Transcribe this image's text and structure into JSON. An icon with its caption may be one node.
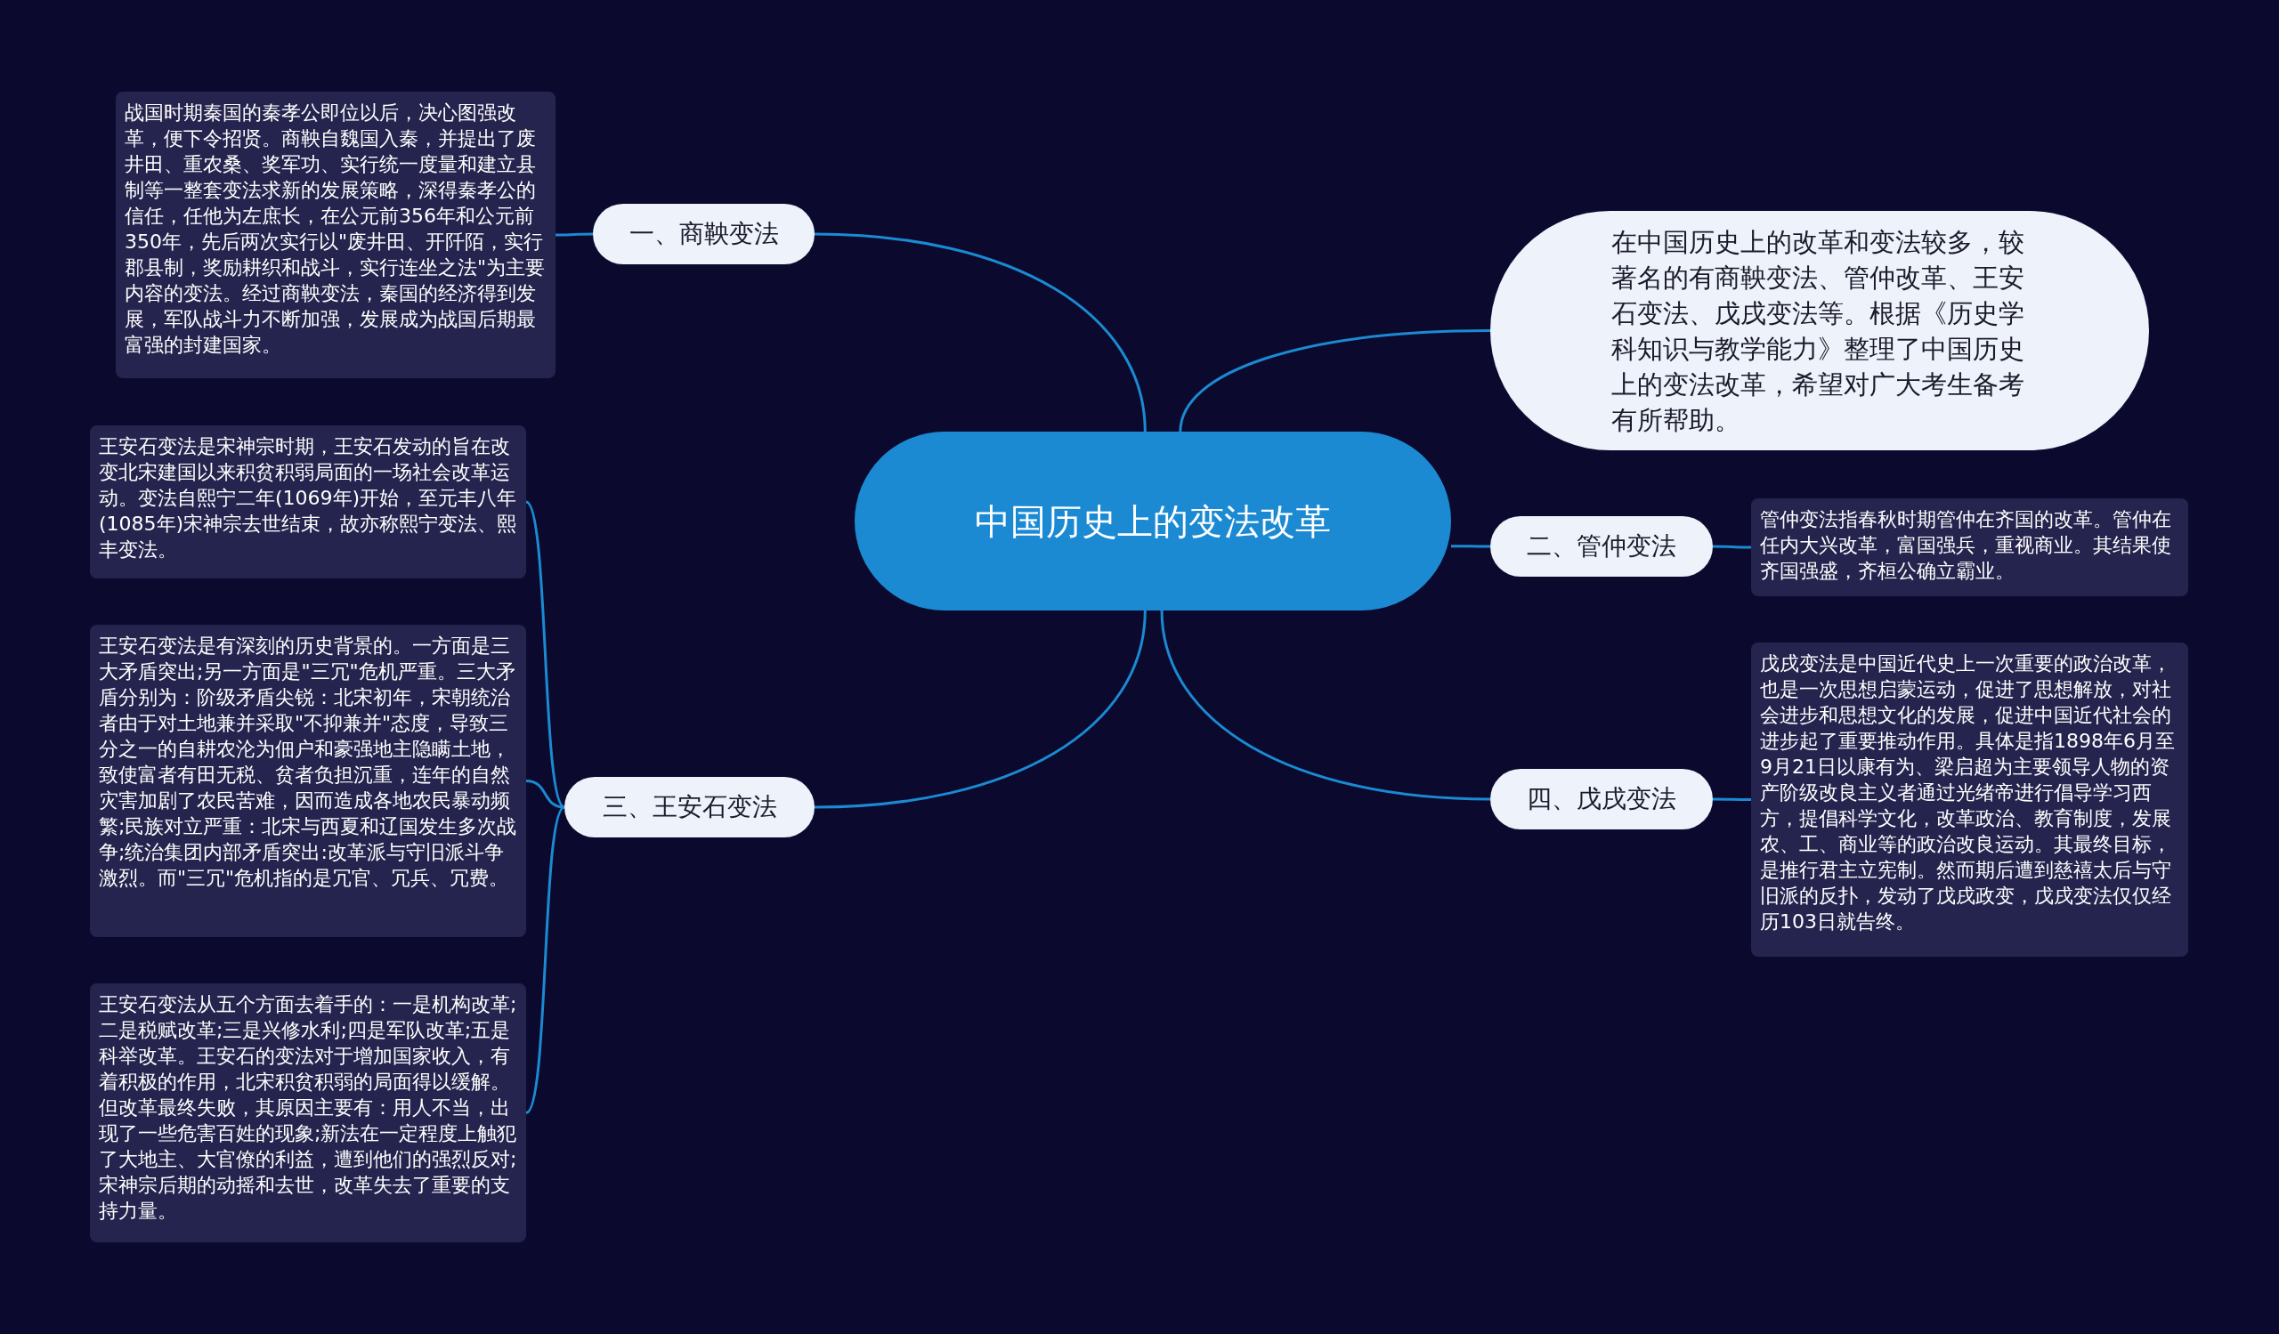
{
  "diagram": {
    "nodes": [
      {
        "text": [
          "中国历史上的变法改革"
        ]
      },
      {
        "text": [
          "在中国历史上的改革和变法较多，较著名的有商鞅变法、管仲改革、王安石变法、戊戌变法等。根据《历史学科知识与教学能力》整理了中国历史上的变法改革，希望对广大考生备考有所帮助。"
        ]
      },
      {
        "text": [
          "一、商鞅变法"
        ]
      },
      {
        "text": [
          "战国时期秦国的秦孝公即位以后，决心图强改革，便下令招贤。商鞅自魏国入秦，并提出了废井田、重农桑、奖军功、实行统一度量和建立县制等一整套变法求新的发展策略，深得秦孝公的信任，任他为左庶长，在公元前356年和公元前350年，先后两次实行以\"废井田、开阡陌，实行郡县制，奖励耕织和战斗，实行连坐之法\"为主要内容的变法。经过商鞅变法，秦国的经济得到发展，军队战斗力不断加强，发展成为战国后期最富强的封建国家。"
        ]
      },
      {
        "text": [
          "二、管仲变法"
        ]
      },
      {
        "text": [
          "管仲变法指春秋时期管仲在齐国的改革。管仲在任内大兴改革，富国强兵，重视商业。其结果使齐国强盛，齐桓公确立霸业。"
        ]
      },
      {
        "text": [
          "三、王安石变法"
        ]
      },
      {
        "text": [
          "王安石变法是宋神宗时期，王安石发动的旨在改变北宋建国以来积贫积弱局面的一场社会改革运动。变法自熙宁二年(1069年)开始，至元丰八年(1085年)宋神宗去世结束，故亦称熙宁变法、熙丰变法。"
        ]
      },
      {
        "text": [
          "王安石变法是有深刻的历史背景的。一方面是三大矛盾突出;另一方面是\"三冗\"危机严重。三大矛盾分别为：阶级矛盾尖锐：北宋初年，宋朝统治者由于对土地兼并采取\"不抑兼并\"态度，导致三分之一的自耕农沦为佃户和豪强地主隐瞒土地，致使富者有田无税、贫者负担沉重，连年的自然灾害加剧了农民苦难，因而造成各地农民暴动频繁;民族对立严重：北宋与西夏和辽国发生多次战争;统治集团内部矛盾突出:改革派与守旧派斗争激烈。而\"三冗\"危机指的是冗官、冗兵、冗费。"
        ]
      },
      {
        "text": [
          "王安石变法从五个方面去着手的：一是机构改革;二是税赋改革;三是兴修水利;四是军队改革;五是科举改革。王安石的变法对于增加国家收入，有着积极的作用，北宋积贫积弱的局面得以缓解。但改革最终失败，其原因主要有：用人不当，出现了一些危害百姓的现象;新法在一定程度上触犯了大地主、大官僚的利益，遭到他们的强烈反对;宋神宗后期的动摇和去世，改革失去了重要的支持力量。"
        ]
      },
      {
        "text": [
          "四、戊戌变法"
        ]
      },
      {
        "text": [
          "戊戌变法是中国近代史上一次重要的政治改革，也是一次思想启蒙运动，促进了思想解放，对社会进步和思想文化的发展，促进中国近代社会的进步起了重要推动作用。具体是指1898年6月至9月21日以康有为、梁启超为主要领导人物的资产阶级改良主义者通过光绪帝进行倡导学习西方，提倡科学文化，改革政治、教育制度，发展农、工、商业等的政治改良运动。其最终目标，是推行君主立宪制。然而期后遭到慈禧太后与守旧派的反扑，发动了戊戌政变，戊戌变法仅仅经历103日就告终。"
        ]
      }
    ],
    "edges": [
      {
        "from": 0,
        "to": 2,
        "arrow": "none"
      },
      {
        "from": 0,
        "to": 1,
        "arrow": "none"
      },
      {
        "from": 0,
        "to": 4,
        "arrow": "none"
      },
      {
        "from": 0,
        "to": 6,
        "arrow": "none"
      },
      {
        "from": 0,
        "to": 10,
        "arrow": "none"
      },
      {
        "from": 2,
        "to": 3,
        "arrow": "none"
      },
      {
        "from": 4,
        "to": 5,
        "arrow": "none"
      },
      {
        "from": 6,
        "to": 7,
        "arrow": "none"
      },
      {
        "from": 6,
        "to": 8,
        "arrow": "none"
      },
      {
        "from": 6,
        "to": 9,
        "arrow": "none"
      },
      {
        "from": 10,
        "to": 11,
        "arrow": "none"
      }
    ]
  }
}
